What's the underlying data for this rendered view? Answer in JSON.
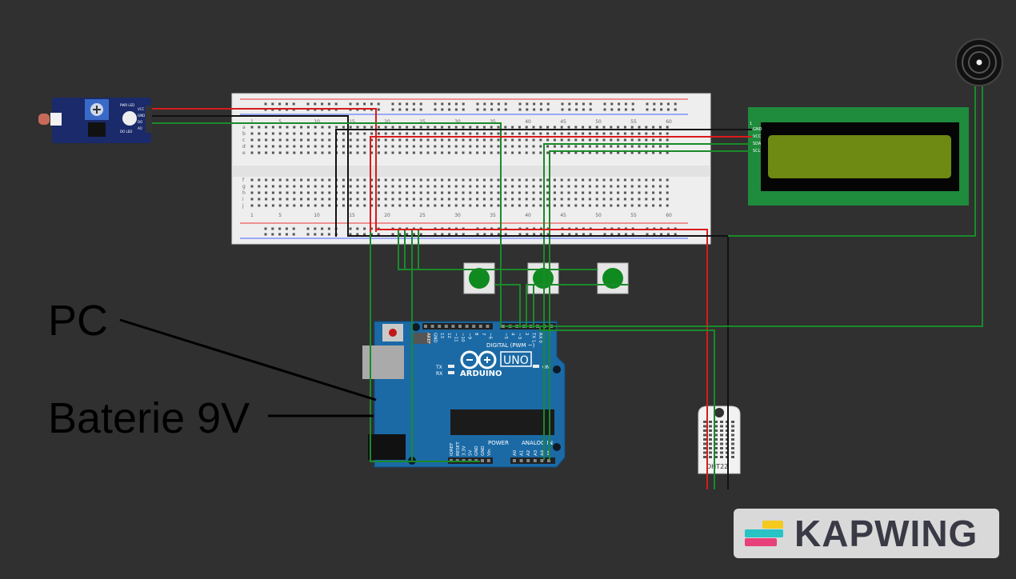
{
  "labels": {
    "pc": "PC",
    "battery": "Baterie 9V"
  },
  "arduino": {
    "brand": "ARDUINO",
    "model": "UNO",
    "digital": "DIGITAL (PWM ~)",
    "power": "POWER",
    "analog": "ANALOG IN",
    "tx": "TX",
    "rx": "RX",
    "aref": "AREF",
    "gnd": "GND",
    "on": "ON"
  },
  "arduino_pins": {
    "digital": [
      "AREF",
      "GND",
      "13",
      "12",
      "~11",
      "~10",
      "~9",
      "8",
      "7",
      "~6",
      "~5",
      "4",
      "~3",
      "2",
      "TX 1",
      "RX 0"
    ],
    "power": [
      "IOREF",
      "RESET",
      "3.3V",
      "5V",
      "GND",
      "GND",
      "Vin"
    ],
    "analog": [
      "A0",
      "A1",
      "A2",
      "A3",
      "A4",
      "A5"
    ]
  },
  "breadboard": {
    "col_numbers": [
      "1",
      "5",
      "10",
      "15",
      "20",
      "25",
      "30",
      "35",
      "40",
      "45",
      "50",
      "55",
      "60"
    ],
    "rows_top": [
      "a",
      "b",
      "c",
      "d",
      "e"
    ],
    "rows_bottom": [
      "f",
      "g",
      "h",
      "i",
      "j"
    ]
  },
  "lcd": {
    "pins": [
      "GND",
      "VCC",
      "SDA",
      "SCL"
    ],
    "pin1": "1"
  },
  "ldr_module": {
    "pins": [
      "VCC",
      "GND",
      "DO",
      "AO"
    ],
    "labels": [
      "PWR LED",
      "DO LED"
    ]
  },
  "dht": {
    "name": "DHT22"
  },
  "watermark": {
    "text": "KAPWING",
    "colors": [
      "#f5c91e",
      "#e8407a",
      "#28c3c5"
    ]
  },
  "wire_colors": {
    "red": "#d81b1b",
    "black": "#111111",
    "green": "#1a8a2a"
  }
}
